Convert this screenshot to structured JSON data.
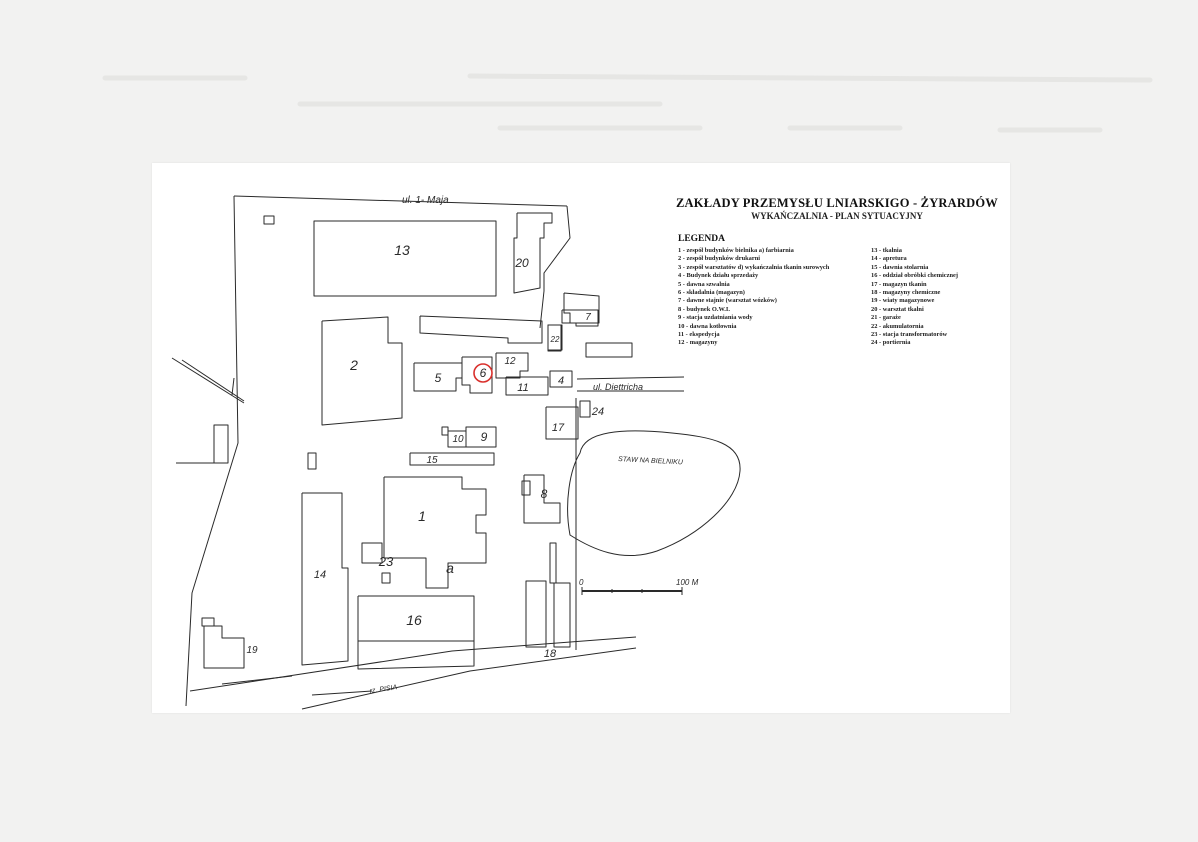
{
  "title": "ZAKŁADY PRZEMYSŁU LNIARSKIGO - ŻYRARDÓW",
  "subtitle": "WYKAŃCZALNIA - PLAN SYTUACYJNY",
  "legend": {
    "heading": "LEGENDA",
    "highlighted": "6",
    "highlight_color": "#d9302c",
    "left": [
      "1 - zespół budynków bielnika a) farbiarnia",
      "2 - zespół budynków drukarni",
      "3 - zespół warsztatów d) wykańczalnia tkanin surowych",
      "4 - Budynek działu sprzedaży",
      "5 - dawna szwalnia",
      "6 - składalnia (magazyn)",
      "7 - dawne stajnie (warsztat wózków)",
      "8 - budynek O.W.I.",
      "9 - stacja uzdatniania wody",
      "10 - dawna kotłownia",
      "11 - ekspedycja",
      "12 - magazyny"
    ],
    "right": [
      "13 - tkalnia",
      "14 - apretura",
      "15 - dawnia stolarnia",
      "16 - oddział obróbki chemicznej",
      "17 - magazyn tkanin",
      "18 - magazyny chemiczne",
      "19 - wiaty magazynowe",
      "20 - warsztat tkalni",
      "21 - garaże",
      "22 - akumulatornia",
      "23 - stacja transformatorów",
      "24 - portiernia"
    ]
  },
  "map": {
    "streets": {
      "north": "ul. 1- Maja",
      "east": "ul. Diettricha",
      "river": "rz. PISIA"
    },
    "pond": "STAW NA BIELNIKU",
    "scale": {
      "start": "0",
      "end": "100 M"
    },
    "buildings": [
      {
        "id": "b1",
        "label": "1"
      },
      {
        "id": "b1a",
        "label": "a"
      },
      {
        "id": "b2",
        "label": "2"
      },
      {
        "id": "b4",
        "label": "4"
      },
      {
        "id": "b5",
        "label": "5"
      },
      {
        "id": "b6",
        "label": "6"
      },
      {
        "id": "b7",
        "label": "7"
      },
      {
        "id": "b8",
        "label": "8"
      },
      {
        "id": "b9",
        "label": "9"
      },
      {
        "id": "b10",
        "label": "10"
      },
      {
        "id": "b11",
        "label": "11"
      },
      {
        "id": "b12",
        "label": "12"
      },
      {
        "id": "b13",
        "label": "13"
      },
      {
        "id": "b14",
        "label": "14"
      },
      {
        "id": "b15",
        "label": "15"
      },
      {
        "id": "b16",
        "label": "16"
      },
      {
        "id": "b17",
        "label": "17"
      },
      {
        "id": "b18",
        "label": "18"
      },
      {
        "id": "b19",
        "label": "19"
      },
      {
        "id": "b20",
        "label": "20"
      },
      {
        "id": "b22",
        "label": "22"
      },
      {
        "id": "b23",
        "label": "23"
      },
      {
        "id": "b24",
        "label": "24"
      }
    ]
  },
  "colors": {
    "ink": "#2a2a2a",
    "paper": "#ffffff",
    "background": "#f2f2f1"
  }
}
